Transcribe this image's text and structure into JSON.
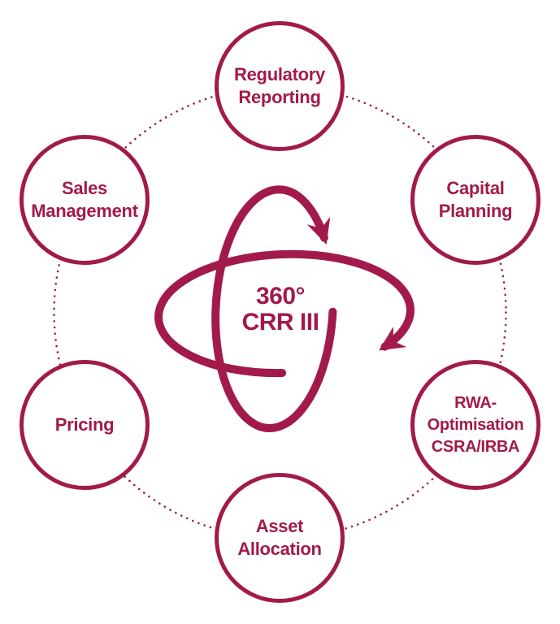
{
  "theme": {
    "accent_color": "#A21A4B",
    "background_color": "#FFFFFF"
  },
  "diagram": {
    "type": "hub-and-spoke cycle diagram",
    "center": {
      "icon": "rotation-orbit-arrows-icon",
      "line1": "360°",
      "line2": "CRR III"
    },
    "nodes": [
      {
        "id": "regulatory-reporting",
        "lines": [
          "Regulatory",
          "Reporting"
        ]
      },
      {
        "id": "sales-management",
        "lines": [
          "Sales",
          "Management"
        ]
      },
      {
        "id": "capital-planning",
        "lines": [
          "Capital",
          "Planning"
        ]
      },
      {
        "id": "pricing",
        "lines": [
          "Pricing"
        ]
      },
      {
        "id": "rwa-optimisation",
        "lines": [
          "RWA-",
          "Optimisation",
          "CSRA/IRBA"
        ]
      },
      {
        "id": "asset-allocation",
        "lines": [
          "Asset",
          "Allocation"
        ]
      }
    ]
  }
}
